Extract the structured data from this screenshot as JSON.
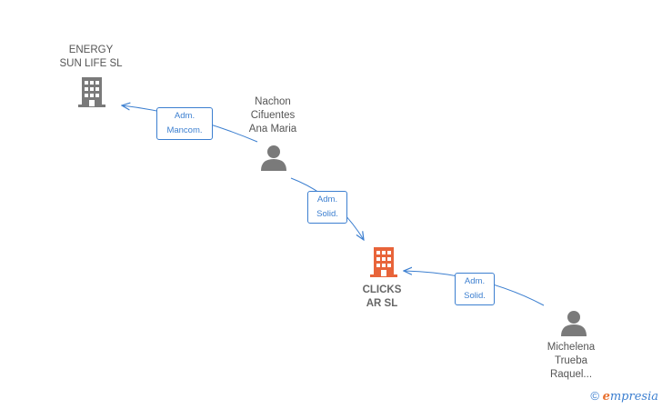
{
  "nodes": {
    "energy_sun_life": {
      "label_lines": [
        "ENERGY",
        "SUN LIFE SL"
      ],
      "type": "company",
      "color": "#7a7a7a"
    },
    "nachon": {
      "label_lines": [
        "Nachon",
        "Cifuentes",
        "Ana Maria"
      ],
      "type": "person",
      "color": "#7a7a7a"
    },
    "clicks_ar": {
      "label_lines": [
        "CLICKS",
        "AR  SL"
      ],
      "type": "company",
      "color": "#e8643a"
    },
    "michelena": {
      "label_lines": [
        "Michelena",
        "Trueba",
        "Raquel..."
      ],
      "type": "person",
      "color": "#7a7a7a"
    }
  },
  "edges": [
    {
      "from": "nachon",
      "to": "energy_sun_life",
      "label_lines": [
        "Adm.",
        "Mancom."
      ]
    },
    {
      "from": "nachon",
      "to": "clicks_ar",
      "label_lines": [
        "Adm.",
        "Solid."
      ]
    },
    {
      "from": "michelena",
      "to": "clicks_ar",
      "label_lines": [
        "Adm.",
        "Solid."
      ]
    }
  ],
  "colors": {
    "edge": "#3c7fd0",
    "highlight": "#e8643a"
  },
  "footer": {
    "copyright": "©",
    "brand_e": "e",
    "brand_rest": "mpresia"
  }
}
